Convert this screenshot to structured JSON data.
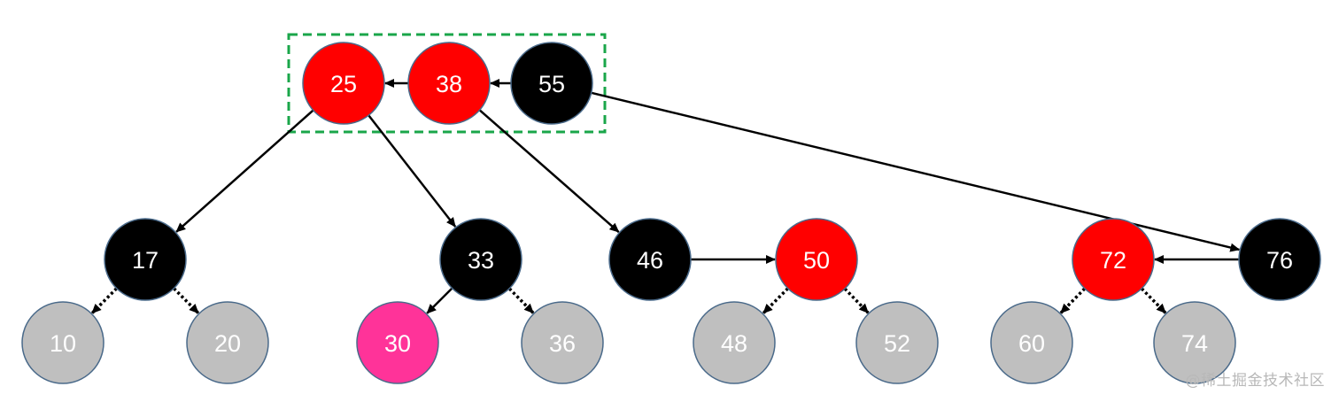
{
  "colors": {
    "red": "#ff0000",
    "black": "#000000",
    "gray": "#bfbfbf",
    "pink": "#ff3399",
    "node_border": "#4a6a8a",
    "highlight_box": "#1aa64a",
    "edge": "#000000",
    "label_light": "#ffffff"
  },
  "nodes": {
    "n25": {
      "label": "25",
      "color": "red"
    },
    "n38": {
      "label": "38",
      "color": "red"
    },
    "n55": {
      "label": "55",
      "color": "black"
    },
    "n17": {
      "label": "17",
      "color": "black"
    },
    "n33": {
      "label": "33",
      "color": "black"
    },
    "n46": {
      "label": "46",
      "color": "black"
    },
    "n50": {
      "label": "50",
      "color": "red"
    },
    "n72": {
      "label": "72",
      "color": "red"
    },
    "n76": {
      "label": "76",
      "color": "black"
    },
    "n10": {
      "label": "10",
      "color": "gray"
    },
    "n20": {
      "label": "20",
      "color": "gray"
    },
    "n30": {
      "label": "30",
      "color": "pink"
    },
    "n36": {
      "label": "36",
      "color": "gray"
    },
    "n48": {
      "label": "48",
      "color": "gray"
    },
    "n52": {
      "label": "52",
      "color": "gray"
    },
    "n60": {
      "label": "60",
      "color": "gray"
    },
    "n74": {
      "label": "74",
      "color": "gray"
    }
  },
  "edges": [
    {
      "from": "n38",
      "to": "n25",
      "style": "solid"
    },
    {
      "from": "n55",
      "to": "n38",
      "style": "solid"
    },
    {
      "from": "n25",
      "to": "n17",
      "style": "solid"
    },
    {
      "from": "n25",
      "to": "n33",
      "style": "solid"
    },
    {
      "from": "n38",
      "to": "n46",
      "style": "solid"
    },
    {
      "from": "n55",
      "to": "n76",
      "style": "solid"
    },
    {
      "from": "n46",
      "to": "n50",
      "style": "solid"
    },
    {
      "from": "n76",
      "to": "n72",
      "style": "solid"
    },
    {
      "from": "n33",
      "to": "n30",
      "style": "solid"
    },
    {
      "from": "n17",
      "to": "n10",
      "style": "dotted"
    },
    {
      "from": "n17",
      "to": "n20",
      "style": "dotted"
    },
    {
      "from": "n33",
      "to": "n36",
      "style": "dotted"
    },
    {
      "from": "n50",
      "to": "n48",
      "style": "dotted"
    },
    {
      "from": "n50",
      "to": "n52",
      "style": "dotted"
    },
    {
      "from": "n72",
      "to": "n60",
      "style": "dotted"
    },
    {
      "from": "n72",
      "to": "n74",
      "style": "dotted"
    }
  ],
  "watermark": "@稀土掘金技术社区"
}
